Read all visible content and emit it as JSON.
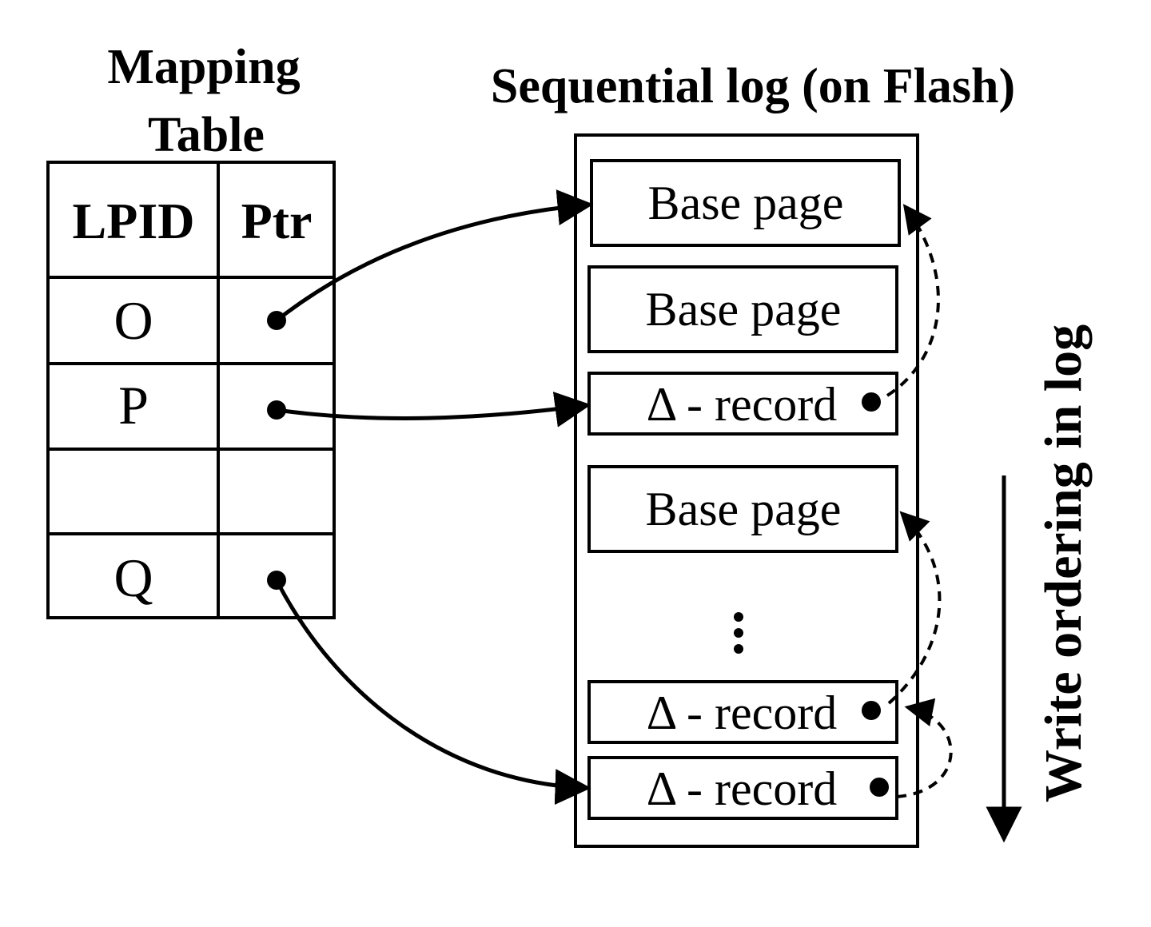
{
  "mapping_table": {
    "title_line1": "Mapping",
    "title_line2": "Table",
    "header_lpid": "LPID",
    "header_ptr": "Ptr",
    "rows": [
      {
        "lpid": "O"
      },
      {
        "lpid": "P"
      },
      {
        "lpid": ""
      },
      {
        "lpid": "Q"
      }
    ]
  },
  "log": {
    "title": "Sequential log (on Flash)",
    "entries": [
      {
        "label": "Base page"
      },
      {
        "label": "Base page"
      },
      {
        "label": "Δ - record"
      },
      {
        "label": "Base page"
      },
      {
        "label": "Δ - record"
      },
      {
        "label": "Δ - record"
      }
    ],
    "ellipsis": "⋮"
  },
  "side_label": "Write ordering in log",
  "colors": {
    "stroke": "#000000",
    "background": "#ffffff"
  }
}
